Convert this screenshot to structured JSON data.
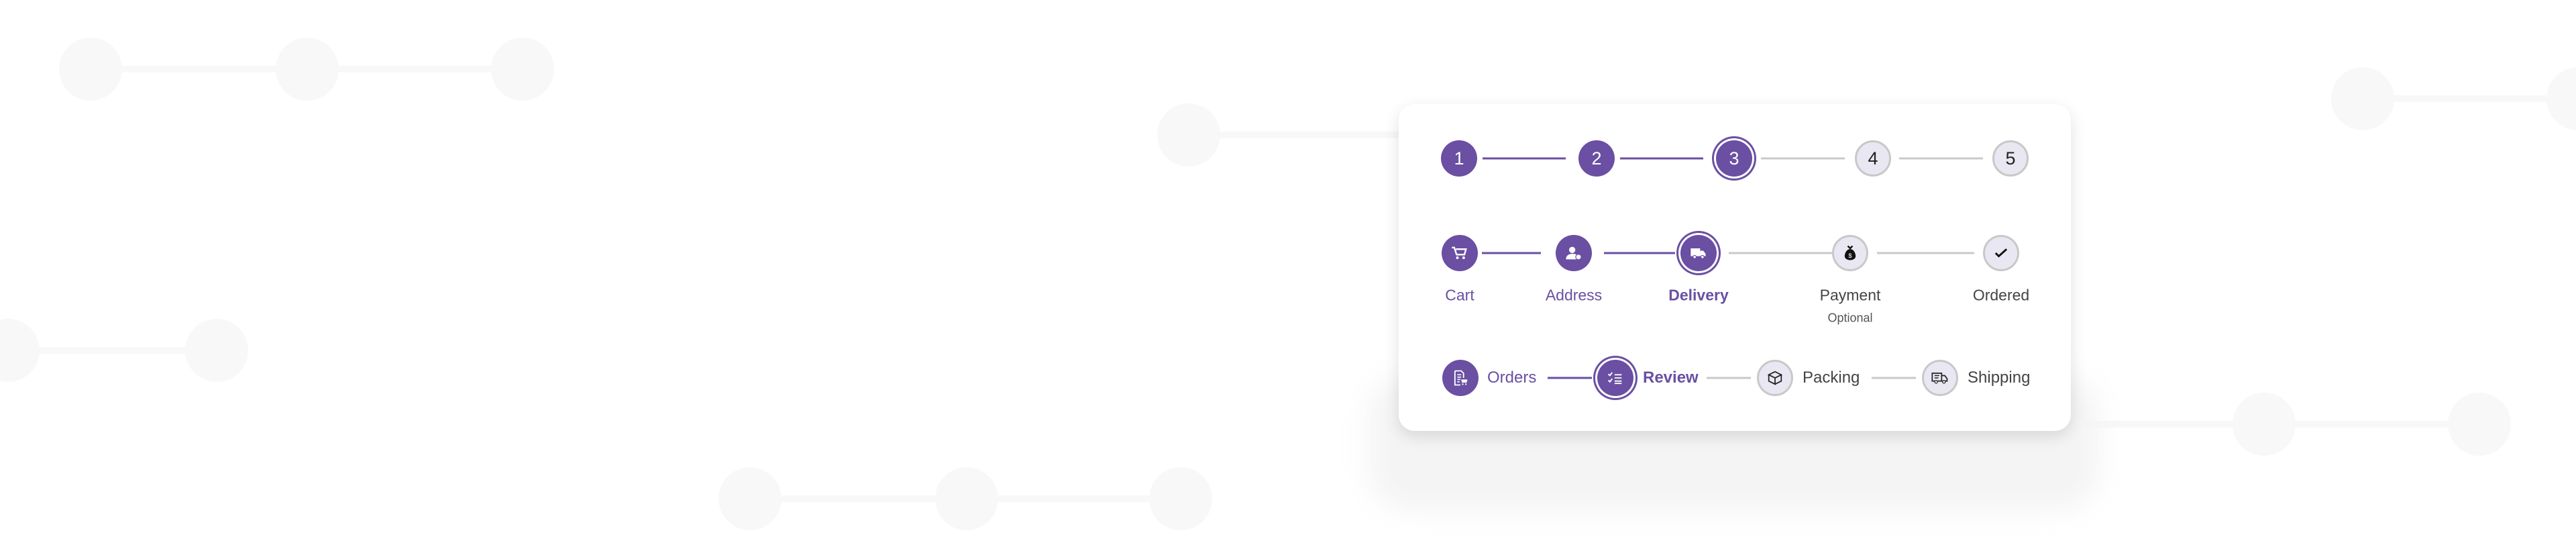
{
  "colors": {
    "primary": "#6a4fa3",
    "inactive_fill": "#e9e7f2",
    "inactive_border": "#c8c8c8",
    "connector_inactive": "#c9c9c9"
  },
  "numbered_stepper": {
    "current_step": 3,
    "steps": [
      {
        "label": "1",
        "state": "completed"
      },
      {
        "label": "2",
        "state": "completed"
      },
      {
        "label": "3",
        "state": "active"
      },
      {
        "label": "4",
        "state": "pending"
      },
      {
        "label": "5",
        "state": "pending"
      }
    ]
  },
  "icon_stepper": {
    "steps": [
      {
        "label": "Cart",
        "icon": "cart-icon",
        "state": "completed"
      },
      {
        "label": "Address",
        "icon": "user-edit-icon",
        "state": "completed"
      },
      {
        "label": "Delivery",
        "icon": "truck-icon",
        "state": "active"
      },
      {
        "label": "Payment",
        "optional": "Optional",
        "icon": "money-bag-icon",
        "state": "pending"
      },
      {
        "label": "Ordered",
        "icon": "check-icon",
        "state": "pending"
      }
    ]
  },
  "inline_stepper": {
    "steps": [
      {
        "label": "Orders",
        "icon": "order-list-icon",
        "state": "completed"
      },
      {
        "label": "Review",
        "icon": "checklist-icon",
        "state": "active"
      },
      {
        "label": "Packing",
        "icon": "box-icon",
        "state": "pending"
      },
      {
        "label": "Shipping",
        "icon": "shipping-truck-icon",
        "state": "pending"
      }
    ]
  }
}
